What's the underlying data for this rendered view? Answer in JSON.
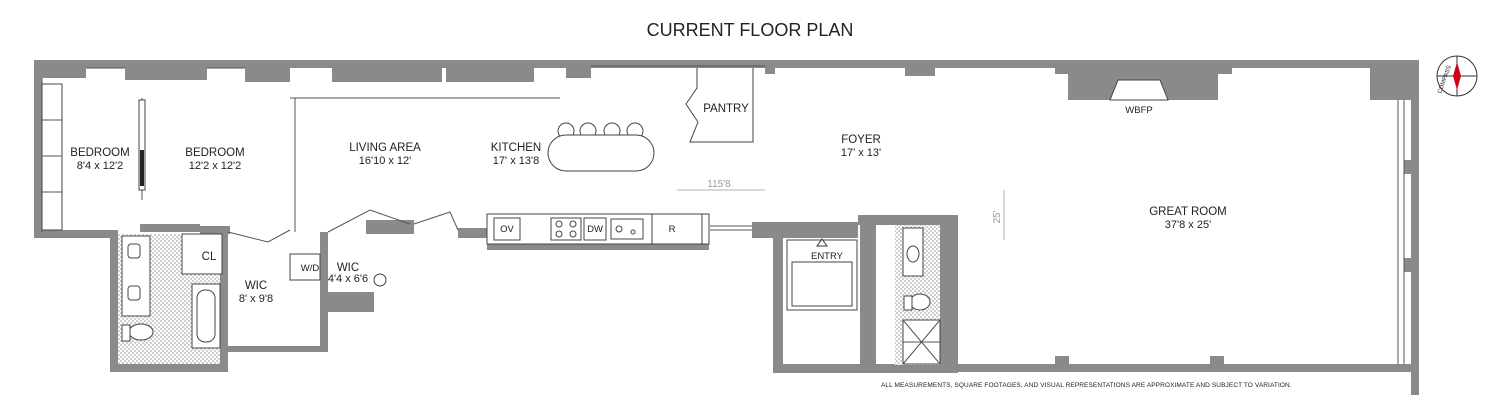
{
  "title": "CURRENT FLOOR PLAN",
  "rooms": {
    "bedroom1": {
      "name": "BEDROOM",
      "dims": "8'4 x 12'2"
    },
    "bedroom2": {
      "name": "BEDROOM",
      "dims": "12'2 x 12'2"
    },
    "living": {
      "name": "LIVING AREA",
      "dims": "16'10 x 12'"
    },
    "kitchen": {
      "name": "KITCHEN",
      "dims": "17' x 13'8"
    },
    "pantry": {
      "name": "PANTRY"
    },
    "foyer": {
      "name": "FOYER",
      "dims": "17' x 13'"
    },
    "great": {
      "name": "GREAT ROOM",
      "dims": "37'8 x 25'"
    },
    "wic1": {
      "name": "WIC",
      "dims": "8' x 9'8"
    },
    "wic2": {
      "name": "WIC",
      "dims": "4'4 x 6'6"
    },
    "closet": {
      "name": "CL"
    },
    "washer": {
      "name": "W/D"
    },
    "entry": {
      "name": "ENTRY"
    },
    "fireplace": {
      "name": "WBFP"
    }
  },
  "appliances": {
    "oven": "OV",
    "dishwasher": "DW",
    "fridge": "R"
  },
  "measurements": {
    "length": "115'8",
    "width": "25'"
  },
  "compass": "COMPASS",
  "disclaimer": "ALL MEASUREMENTS, SQUARE FOOTAGES, AND VISUAL REPRESENTATIONS ARE APPROXIMATE AND SUBJECT TO VARIATION.",
  "colors": {
    "wall": "#8a8a8a",
    "line": "#444444",
    "accent": "#d0021b"
  }
}
